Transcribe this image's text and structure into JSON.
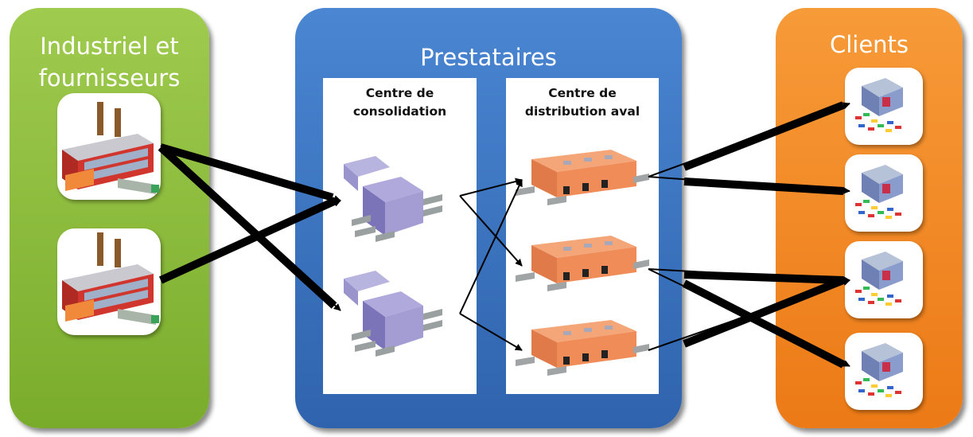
{
  "panels": {
    "suppliers": {
      "title_line1": "Industriel et",
      "title_line2": "fournisseurs",
      "color": "#8bbb3c"
    },
    "providers": {
      "title": "Prestataires",
      "color": "#3a72c0"
    },
    "clients": {
      "title": "Clients",
      "color": "#f28a26"
    }
  },
  "centers": {
    "consolidation": {
      "line1": "Centre de",
      "line2": "consolidation"
    },
    "distribution": {
      "line1": "Centre de",
      "line2": "distribution aval"
    }
  },
  "icons": {
    "factory": "factory-icon",
    "consolidation_center": "consolidation-center-icon",
    "distribution_warehouse": "warehouse-icon",
    "client_store": "store-icon"
  },
  "flow_colors": {
    "main_flow": "#000000",
    "arrow": "#000000"
  }
}
